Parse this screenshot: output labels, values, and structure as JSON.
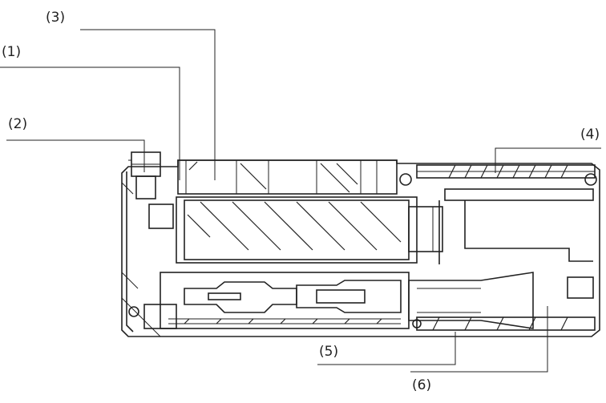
{
  "callouts": [
    {
      "id": "c1",
      "label": "(1)"
    },
    {
      "id": "c2",
      "label": "(2)"
    },
    {
      "id": "c3",
      "label": "(3)"
    },
    {
      "id": "c4",
      "label": "(4)"
    },
    {
      "id": "c5",
      "label": "(5)"
    },
    {
      "id": "c6",
      "label": "(6)"
    }
  ]
}
